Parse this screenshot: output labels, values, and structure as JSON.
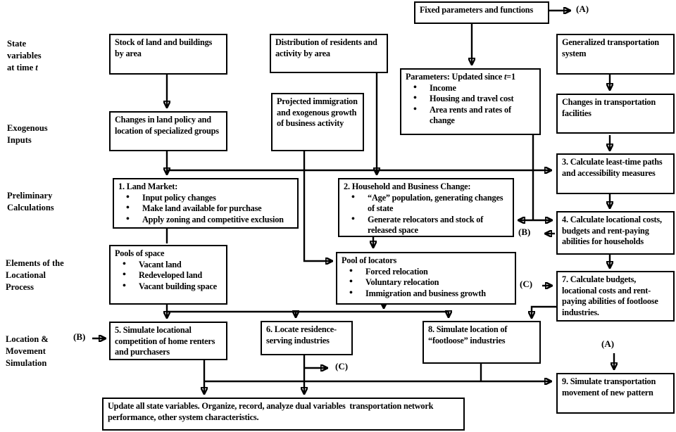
{
  "colors": {
    "ink": "#000000",
    "background": "#ffffff"
  },
  "row_labels": {
    "state": {
      "l1": "State",
      "l2": "variables",
      "l3_prefix": "at time ",
      "l3_italic": "t"
    },
    "exogenous": {
      "l1": "Exogenous",
      "l2": "Inputs"
    },
    "preliminary": {
      "l1": "Preliminary",
      "l2": "Calculations"
    },
    "elements": {
      "l1": "Elements of the",
      "l2": "Locational",
      "l3": "Process"
    },
    "location": {
      "l1": "Location &",
      "l2": "Movement",
      "l3": "Simulation"
    }
  },
  "boxes": {
    "fixed_params": {
      "label": "Fixed parameters and functions"
    },
    "stock": {
      "label": "Stock of land and buildings by area"
    },
    "distribution": {
      "label": "Distribution of residents and activity by area"
    },
    "generalized": {
      "label": "Generalized transportation system"
    },
    "parameters": {
      "title_prefix": "Parameters: Updated since ",
      "title_italic": "t",
      "title_suffix": "=1",
      "items": [
        "Income",
        "Housing and travel cost",
        "Area rents and rates of change"
      ]
    },
    "land_policy": {
      "label": "Changes in land policy and location of specialized groups"
    },
    "projected": {
      "label": "Projected immigration and exogenous growth of business activity"
    },
    "transport_facilities": {
      "label": "Changes in transportation facilities"
    },
    "box1": {
      "title": "1. Land Market:",
      "items": [
        "Input policy changes",
        "Make land available for purchase",
        "Apply zoning and competitive exclusion"
      ]
    },
    "box2": {
      "title": "2. Household and Business Change:",
      "items": [
        "“Age” population, generating changes of state",
        "Generate relocators and stock of released space"
      ]
    },
    "box3": {
      "label": "3. Calculate least-time paths and accessibility measures"
    },
    "box4": {
      "label": "4. Calculate locational costs, budgets and rent-paying abilities for households"
    },
    "pools_space": {
      "title": "Pools of space",
      "items": [
        "Vacant land",
        "Redeveloped land",
        "Vacant building space"
      ]
    },
    "pool_locators": {
      "title": "Pool of locators",
      "items": [
        "Forced relocation",
        "Voluntary relocation",
        "Immigration and business growth"
      ]
    },
    "box7": {
      "label": "7. Calculate budgets, locational costs and rent-paying abilities of footloose industries."
    },
    "box5": {
      "label": "5. Simulate locational competition of home renters and purchasers"
    },
    "box6": {
      "label": "6. Locate residence-serving industries"
    },
    "box8": {
      "label": "8. Simulate location of “footloose” industries"
    },
    "box9": {
      "label": "9. Simulate transportation movement of new pattern"
    },
    "update": {
      "label": "Update all state variables. Organize, record, analyze dual variables  transportation network performance, other system characteristics."
    }
  },
  "connectors": {
    "a_top": "(A)",
    "a_bottom": "(A)",
    "b_left": "(B)",
    "b_right": "(B)",
    "c_left": "(C)",
    "c_right": "(C)"
  }
}
